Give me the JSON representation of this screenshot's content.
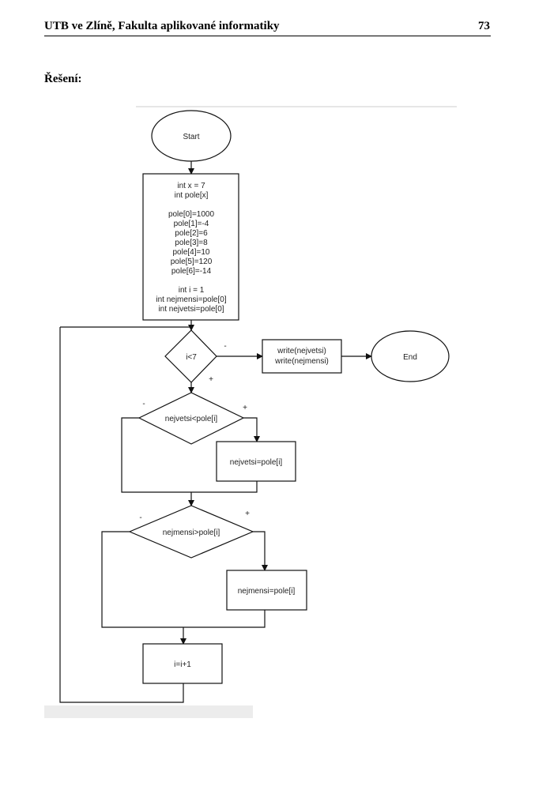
{
  "header": {
    "left": "UTB ve Zlíně, Fakulta aplikované informatiky",
    "page_number": "73"
  },
  "section_title": "Řešení:",
  "flowchart": {
    "start": "Start",
    "init_lines": [
      "int x = 7",
      "int pole[x]",
      "",
      "pole[0]=1000",
      "pole[1]=-4",
      "pole[2]=6",
      "pole[3]=8",
      "pole[4]=10",
      "pole[5]=120",
      "pole[6]=-14",
      "",
      "int i = 1",
      "int nejmensi=pole[0]",
      "int nejvetsi=pole[0]"
    ],
    "condition_loop": "i<7",
    "output_lines": [
      "write(nejvetsi)",
      "write(nejmensi)"
    ],
    "end": "End",
    "condition_max": "nejvetsi<pole[i]",
    "assign_max": "nejvetsi=pole[i]",
    "condition_min": "nejmensi>pole[i]",
    "assign_min": "nejmensi=pole[i]",
    "increment": "i=i+1",
    "labels": {
      "minus": "-",
      "plus": "+"
    }
  }
}
